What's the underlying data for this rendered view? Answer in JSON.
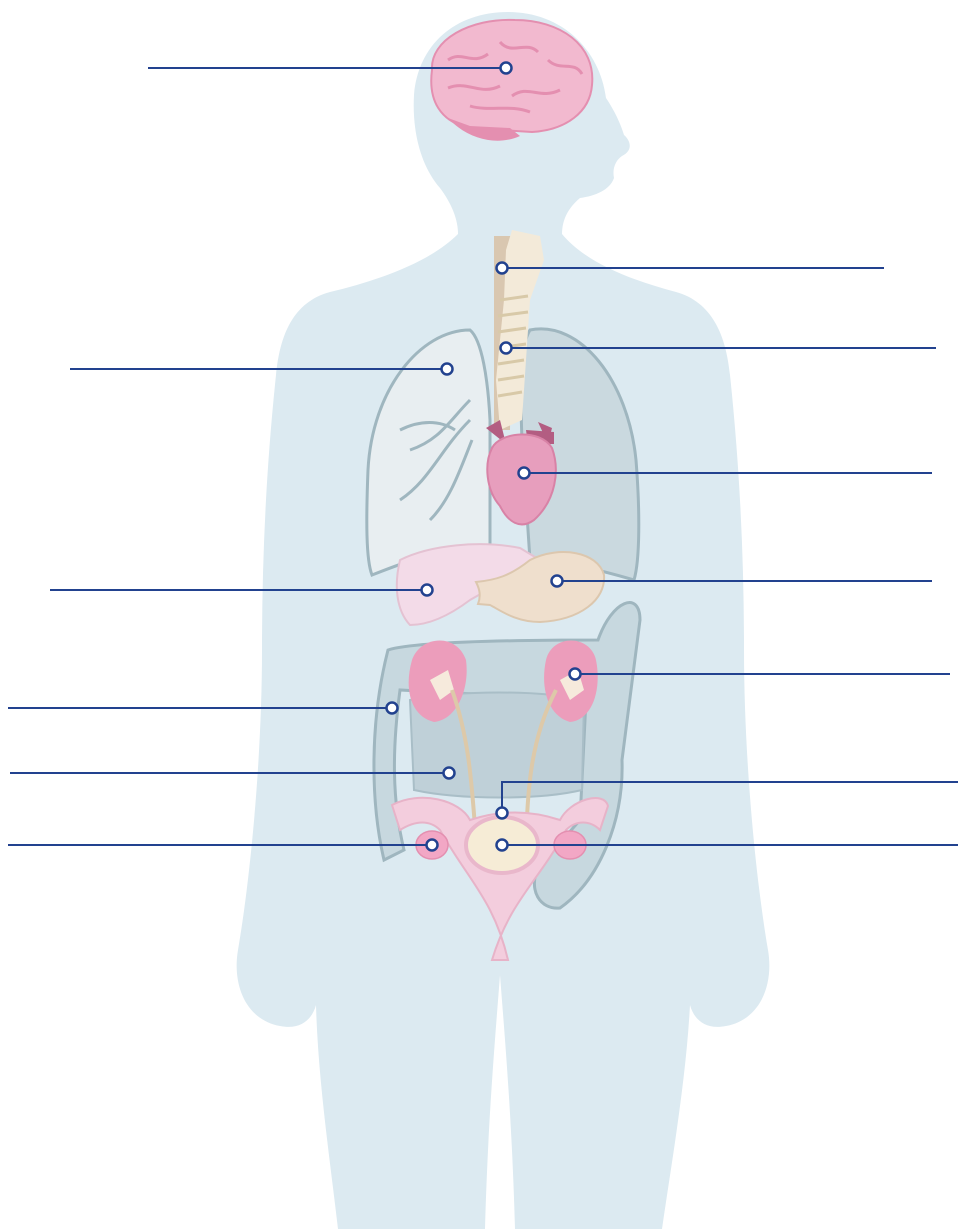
{
  "colors": {
    "silhouette": "#dceaf1",
    "leader_line": "#22428f",
    "marker_fill": "#ffffff",
    "brain": "#f2b9cf",
    "brain_fold": "#e48fb0",
    "heart": "#e79ebd",
    "heart_vessel": "#b35d82",
    "lung_left": "#e8eef1",
    "lung_right": "#cad9df",
    "lung_outline": "#9fb6bf",
    "trachea": "#f3ead9",
    "esophagus": "#d9c7b0",
    "liver": "#f3dbe8",
    "stomach": "#efdfcd",
    "kidney": "#ec9dbb",
    "kidney_inner": "#f6eadc",
    "intestine": "#c7d8df",
    "intestine_outline": "#9fb6bf",
    "bladder": "#f6ecd6",
    "reproductive": "#f3cddd",
    "ovary": "#f2a7c5",
    "ureter": "#ddc9a9"
  },
  "icons": [
    "brain-icon",
    "heart-icon",
    "lungs-icon",
    "kidney-icon",
    "stomach-icon"
  ],
  "labels": [
    {
      "id": "brain",
      "text": ""
    },
    {
      "id": "esophagus",
      "text": ""
    },
    {
      "id": "trachea",
      "text": ""
    },
    {
      "id": "lungs",
      "text": ""
    },
    {
      "id": "heart",
      "text": ""
    },
    {
      "id": "liver",
      "text": ""
    },
    {
      "id": "stomach",
      "text": ""
    },
    {
      "id": "large-intestine",
      "text": ""
    },
    {
      "id": "kidney",
      "text": ""
    },
    {
      "id": "small-intestine",
      "text": ""
    },
    {
      "id": "uterus",
      "text": ""
    },
    {
      "id": "ovary",
      "text": ""
    },
    {
      "id": "bladder",
      "text": ""
    }
  ]
}
